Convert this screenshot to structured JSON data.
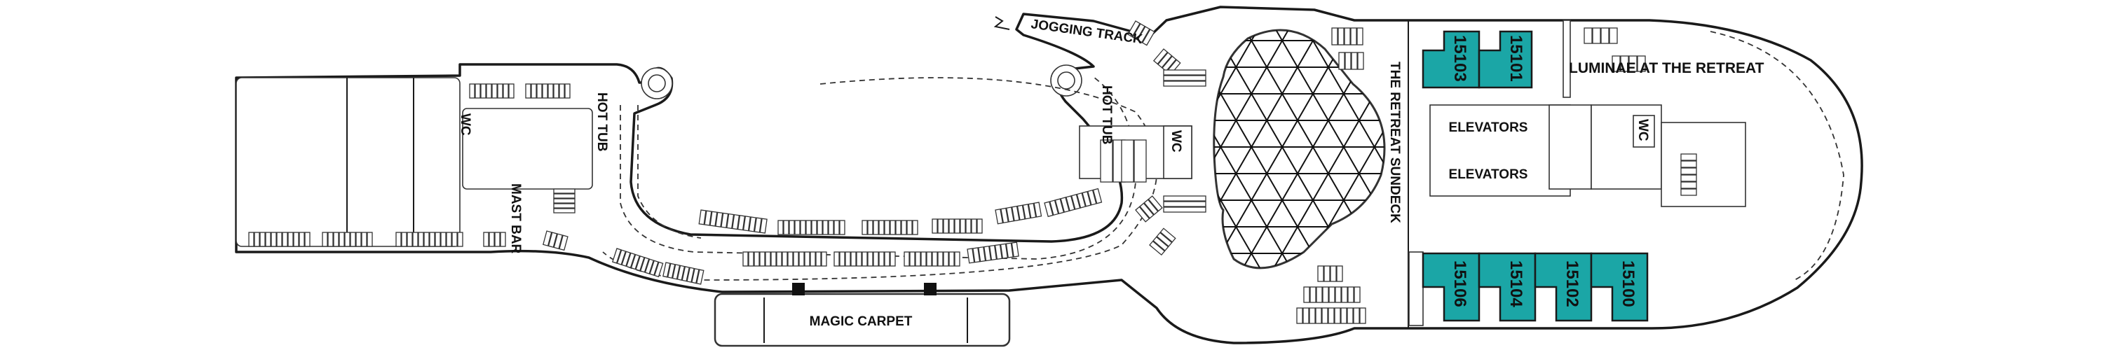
{
  "deck": {
    "labels": {
      "jogging_track": "JOGGING TRACK",
      "hot_tub_aft": "HOT TUB",
      "hot_tub_fwd": "HOT TUB",
      "wc_aft": "WC",
      "wc_mid": "WC",
      "wc_fwd": "WC",
      "mast_bar": "MAST BAR",
      "magic_carpet": "MAGIC CARPET",
      "retreat_sundeck": "THE RETREAT SUNDECK",
      "elevators_upper": "ELEVATORS",
      "elevators_lower": "ELEVATORS",
      "luminae": "LUMINAE AT THE RETREAT"
    },
    "cabins": [
      {
        "number": "15103"
      },
      {
        "number": "15101"
      },
      {
        "number": "15106"
      },
      {
        "number": "15104"
      },
      {
        "number": "15102"
      },
      {
        "number": "15100"
      }
    ],
    "colors": {
      "cabin_highlight": "#1ba6a6",
      "line": "#1a1a1a"
    }
  }
}
